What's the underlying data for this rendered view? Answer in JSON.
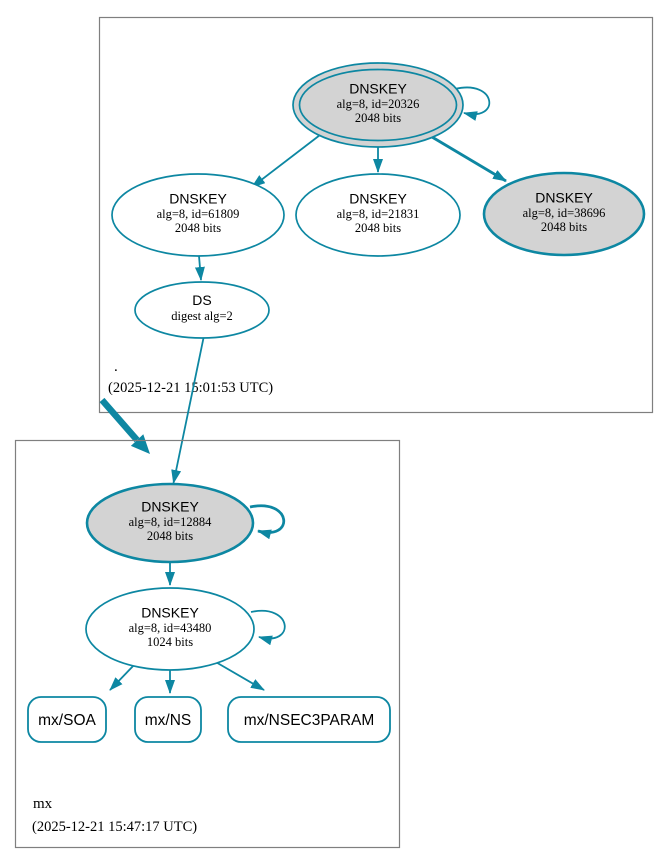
{
  "colors": {
    "edge_teal": "#0d87a2",
    "node_gray_fill": "#d3d3d3",
    "node_white_fill": "#ffffff",
    "zone_border_gray": "#7f7f7f",
    "text_black": "#000000"
  },
  "zones": {
    "root": {
      "name": ".",
      "timestamp": "(2025-12-21 15:01:53 UTC)"
    },
    "mx": {
      "name": "mx",
      "timestamp": "(2025-12-21 15:47:17 UTC)"
    }
  },
  "nodes": {
    "root_ksk_20326": {
      "title": "DNSKEY",
      "alg": "alg=8, id=20326",
      "bits": "2048 bits"
    },
    "root_zsk_61809": {
      "title": "DNSKEY",
      "alg": "alg=8, id=61809",
      "bits": "2048 bits"
    },
    "root_zsk_21831": {
      "title": "DNSKEY",
      "alg": "alg=8, id=21831",
      "bits": "2048 bits"
    },
    "root_ksk_38696": {
      "title": "DNSKEY",
      "alg": "alg=8, id=38696",
      "bits": "2048 bits"
    },
    "root_ds_mx": {
      "title": "DS",
      "detail": "digest alg=2"
    },
    "mx_ksk_12884": {
      "title": "DNSKEY",
      "alg": "alg=8, id=12884",
      "bits": "2048 bits"
    },
    "mx_zsk_43480": {
      "title": "DNSKEY",
      "alg": "alg=8, id=43480",
      "bits": "1024 bits"
    },
    "mx_soa": {
      "label": "mx/SOA"
    },
    "mx_ns": {
      "label": "mx/NS"
    },
    "mx_nsec3param": {
      "label": "mx/NSEC3PARAM"
    }
  }
}
